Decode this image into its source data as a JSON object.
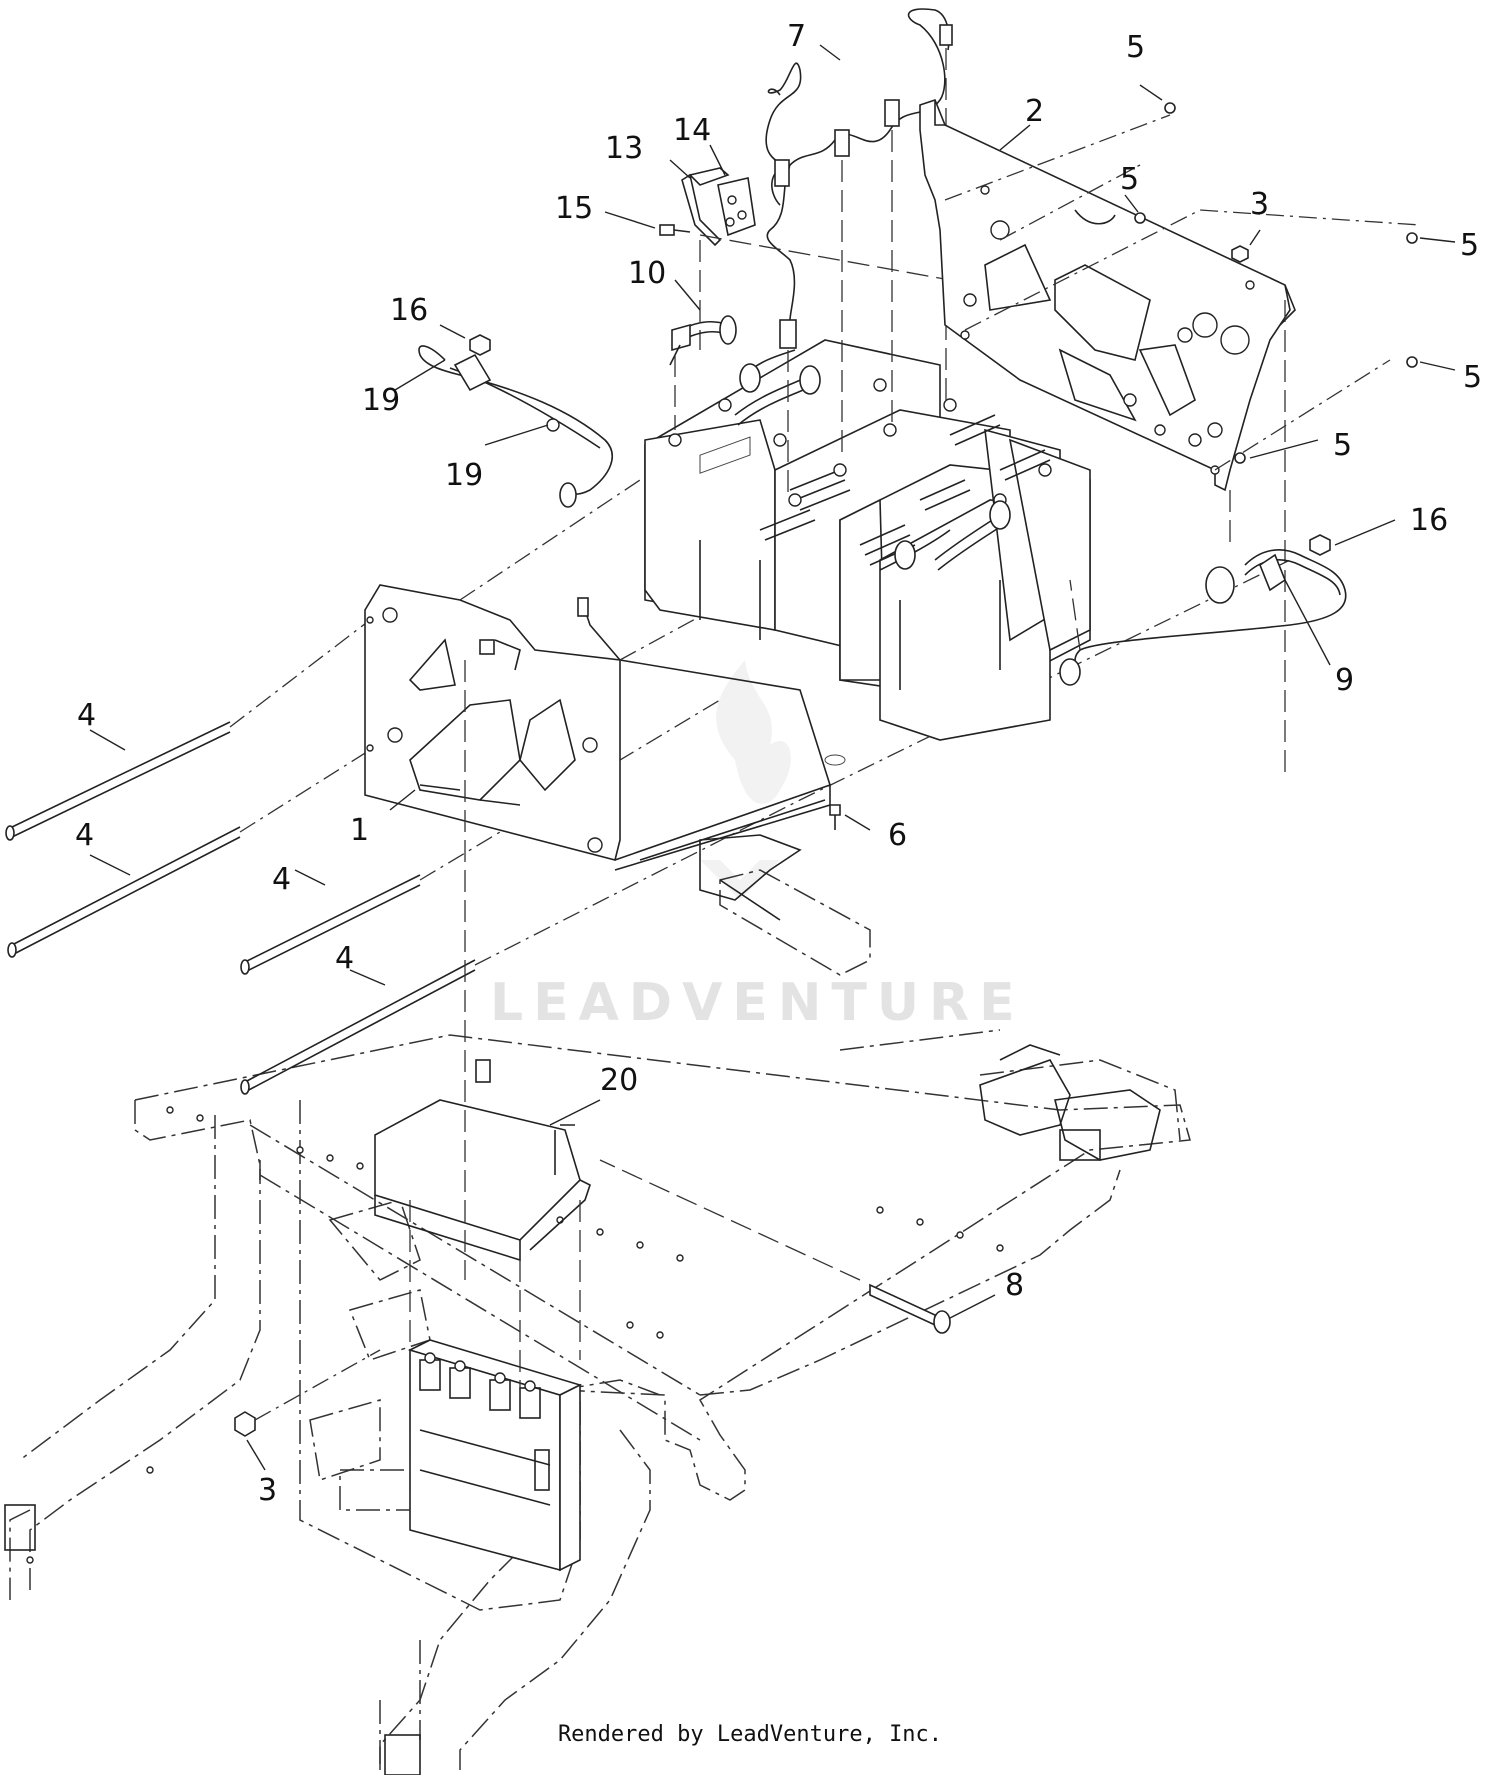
{
  "callouts": [
    {
      "label": "7",
      "name": "callout-7"
    },
    {
      "label": "5",
      "name": "callout-5-a"
    },
    {
      "label": "2",
      "name": "callout-2"
    },
    {
      "label": "14",
      "name": "callout-14"
    },
    {
      "label": "13",
      "name": "callout-13"
    },
    {
      "label": "5",
      "name": "callout-5-b"
    },
    {
      "label": "3",
      "name": "callout-3-top"
    },
    {
      "label": "15",
      "name": "callout-15"
    },
    {
      "label": "5",
      "name": "callout-5-c"
    },
    {
      "label": "10",
      "name": "callout-10"
    },
    {
      "label": "16",
      "name": "callout-16-left"
    },
    {
      "label": "5",
      "name": "callout-5-d"
    },
    {
      "label": "19",
      "name": "callout-19-a"
    },
    {
      "label": "5",
      "name": "callout-5-e"
    },
    {
      "label": "19",
      "name": "callout-19-b"
    },
    {
      "label": "16",
      "name": "callout-16-right"
    },
    {
      "label": "9",
      "name": "callout-9"
    },
    {
      "label": "4",
      "name": "callout-4-a"
    },
    {
      "label": "1",
      "name": "callout-1"
    },
    {
      "label": "6",
      "name": "callout-6"
    },
    {
      "label": "4",
      "name": "callout-4-b"
    },
    {
      "label": "4",
      "name": "callout-4-c"
    },
    {
      "label": "4",
      "name": "callout-4-d"
    },
    {
      "label": "20",
      "name": "callout-20"
    },
    {
      "label": "8",
      "name": "callout-8"
    },
    {
      "label": "3",
      "name": "callout-3-bottom"
    }
  ],
  "watermark": "LEADVENTURE",
  "footer": "Rendered by LeadVenture, Inc.",
  "colors": {
    "line": "#222222",
    "background": "#ffffff",
    "watermark": "#e3e3e3"
  }
}
